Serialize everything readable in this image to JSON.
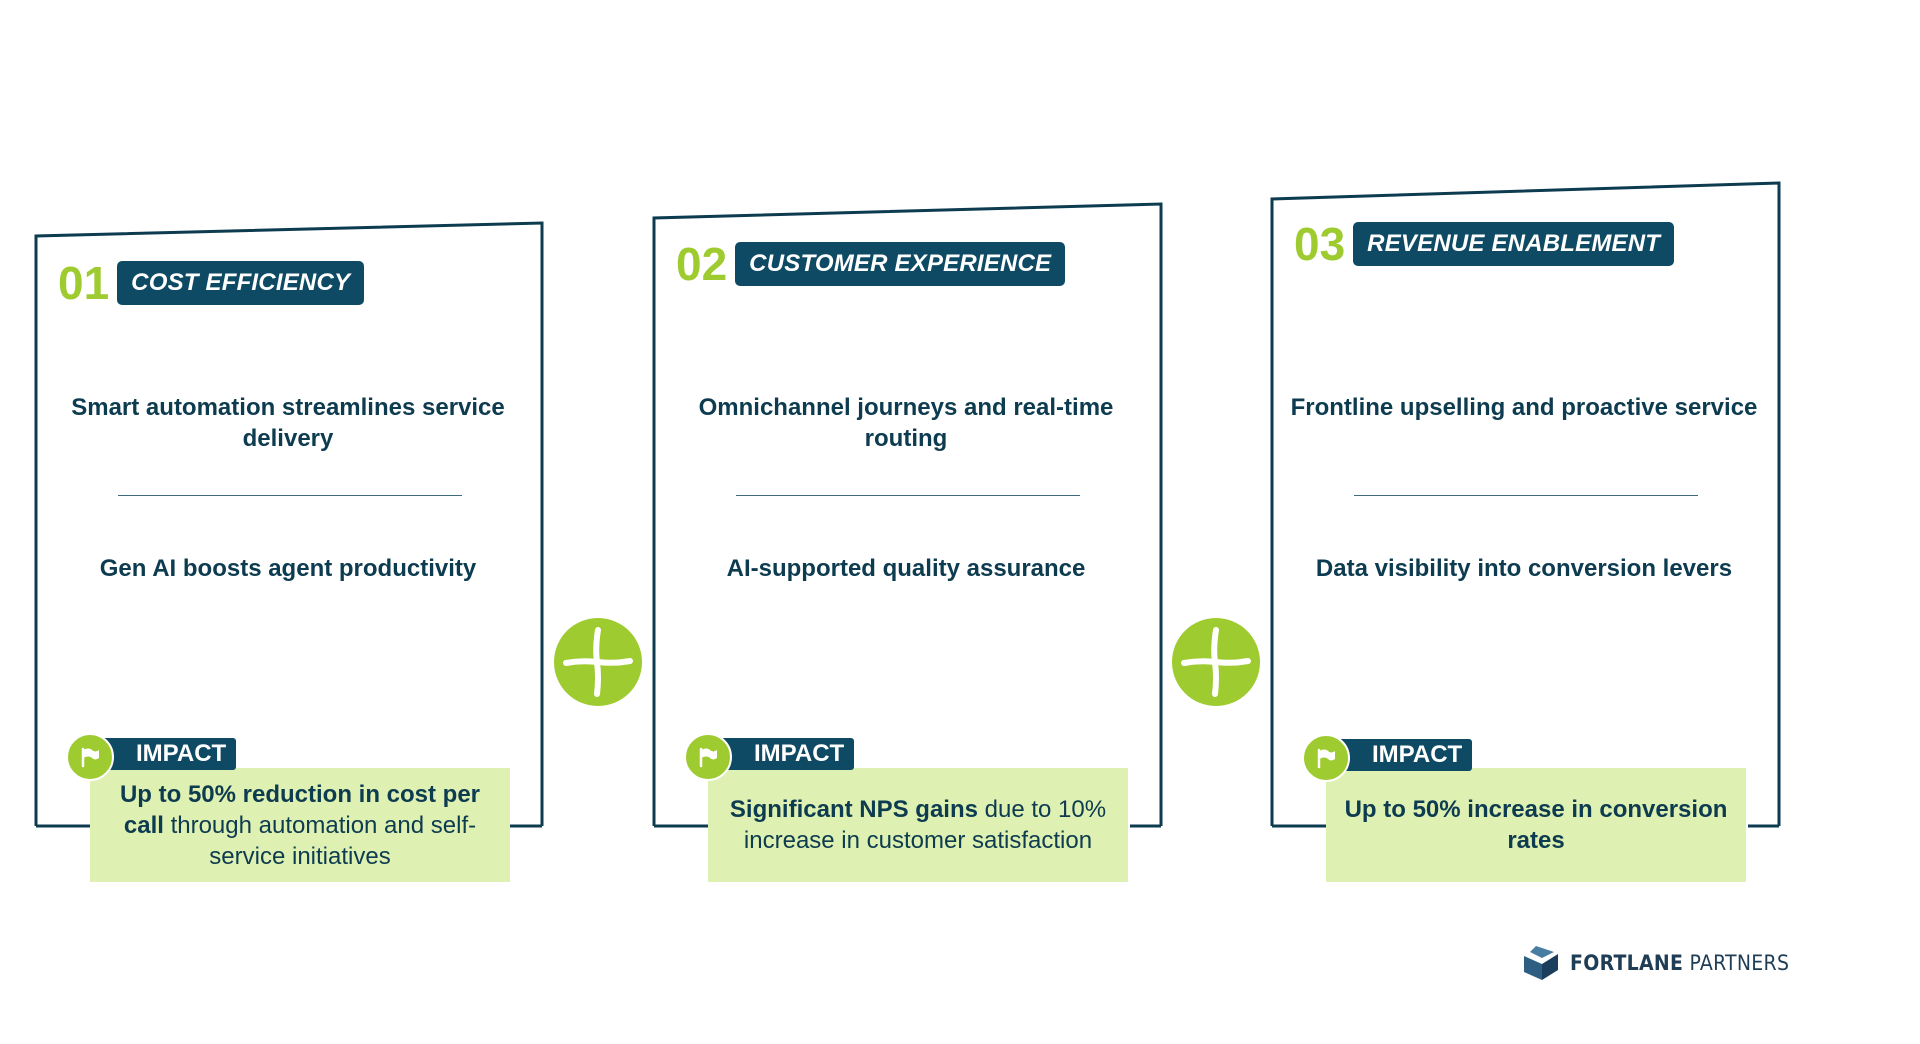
{
  "pillars": [
    {
      "number": "01",
      "tag": "COST EFFICIENCY",
      "point_1": "Smart automation streamlines service delivery",
      "point_2": "Gen AI boosts agent productivity",
      "impact_label": "IMPACT",
      "impact_bold": "Up to 50% reduction in cost per call",
      "impact_rest": " through automation and self-service initiatives"
    },
    {
      "number": "02",
      "tag": "CUSTOMER EXPERIENCE",
      "point_1": "Omnichannel journeys and real-time routing",
      "point_2": "AI-supported quality assurance",
      "impact_label": "IMPACT",
      "impact_bold": "Significant NPS gains",
      "impact_rest": " due to 10% increase in customer satisfaction"
    },
    {
      "number": "03",
      "tag": "REVENUE ENABLEMENT",
      "point_1": "Frontline upselling and proactive service",
      "point_2": "Data visibility into conversion levers",
      "impact_label": "IMPACT",
      "impact_bold": "Up to 50% increase in conversion rates",
      "impact_rest": ""
    }
  ],
  "brand": {
    "name_bold": "FORTLANE",
    "name_rest": " PARTNERS"
  },
  "colors": {
    "navy": "#0e4a63",
    "lime": "#9ecb2f",
    "impact_bg": "#def0b2",
    "text": "#0d3b4f"
  },
  "icons": {
    "plus": "plus-icon",
    "impact": "flag-icon",
    "logo": "fortlane-logo-icon"
  }
}
